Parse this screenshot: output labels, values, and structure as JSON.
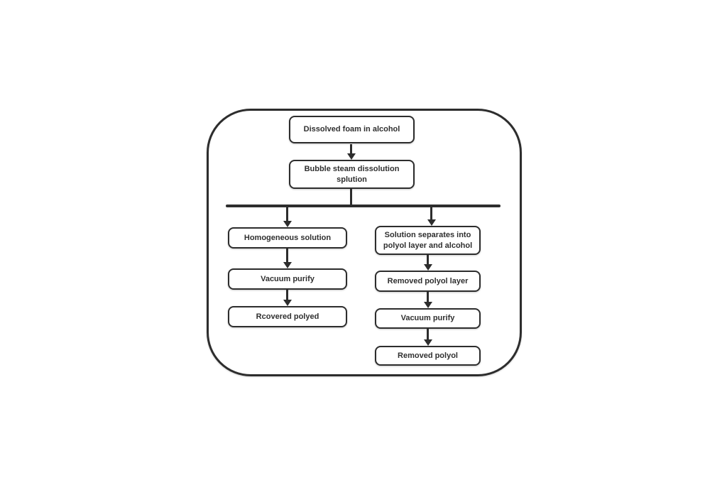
{
  "diagram": {
    "type": "flowchart",
    "nodes": [
      {
        "id": "dissolved-foam",
        "label": "Dissolved foam in alcohol"
      },
      {
        "id": "bubble-steam",
        "label": "Bubble steam dissolution splution"
      },
      {
        "id": "homogeneous-solution",
        "label": "Homogeneous solution"
      },
      {
        "id": "vacuum-purify-left",
        "label": "Vacuum purify"
      },
      {
        "id": "recovered-polyol",
        "label": "Rcovered polyed"
      },
      {
        "id": "solution-separates",
        "label": "Solution separates into polyol layer and alcohol"
      },
      {
        "id": "removed-polyol-layer",
        "label": "Removed polyol layer"
      },
      {
        "id": "vacuum-purify-right",
        "label": "Vacuum purify"
      },
      {
        "id": "removed-polyol",
        "label": "Removed polyol"
      }
    ],
    "edges": [
      {
        "from": "dissolved-foam",
        "to": "bubble-steam"
      },
      {
        "from": "bubble-steam",
        "to": "homogeneous-solution"
      },
      {
        "from": "bubble-steam",
        "to": "solution-separates"
      },
      {
        "from": "homogeneous-solution",
        "to": "vacuum-purify-left"
      },
      {
        "from": "vacuum-purify-left",
        "to": "recovered-polyol"
      },
      {
        "from": "solution-separates",
        "to": "removed-polyol-layer"
      },
      {
        "from": "removed-polyol-layer",
        "to": "vacuum-purify-right"
      },
      {
        "from": "vacuum-purify-right",
        "to": "removed-polyol"
      }
    ],
    "colors": {
      "line": "#2d2d2d",
      "box_border": "#2d2d2d",
      "box_fill": "#ffffff",
      "background": "#ffffff",
      "text": "#2f2f2f"
    }
  }
}
